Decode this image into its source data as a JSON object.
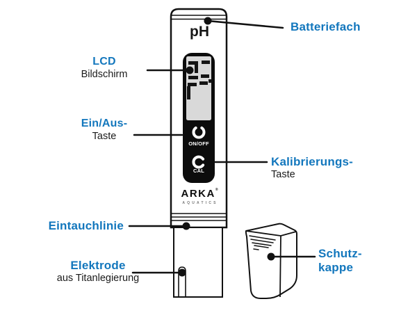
{
  "device": {
    "model_label": "pH",
    "buttons": [
      {
        "label": "ON/OFF"
      },
      {
        "label": "CAL"
      }
    ],
    "brand": {
      "name": "ARKA",
      "registered": "®",
      "subtitle": "AQUATICS"
    }
  },
  "callouts": {
    "battery": {
      "title": "Batteriefach"
    },
    "lcd": {
      "title": "LCD",
      "subtitle": "Bildschirm"
    },
    "power": {
      "title": "Ein/Aus-",
      "subtitle": "Taste"
    },
    "calibration": {
      "title": "Kalibrierungs-",
      "subtitle": "Taste"
    },
    "immersion": {
      "title": "Eintauchlinie"
    },
    "electrode": {
      "title": "Elektrode",
      "subtitle": "aus Titanlegierung"
    },
    "cap": {
      "title_line1": "Schutz-",
      "title_line2": "kappe"
    }
  },
  "icons": {
    "power_icon": "ring-with-top-gap",
    "cal_icon": "c-ring-right-gap"
  },
  "colors": {
    "accent_blue": "#1377BD",
    "ink": "#111111",
    "lcd_screen": "#D9D9D9",
    "panel_black": "#0C0C0C"
  }
}
